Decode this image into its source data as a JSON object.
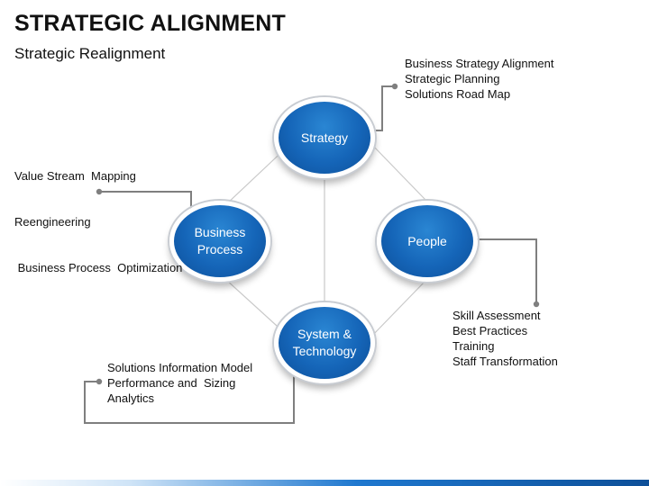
{
  "header": {
    "title": "STRATEGIC ALIGNMENT",
    "subtitle": "Strategic Realignment"
  },
  "nodes": {
    "strategy": "Strategy",
    "business_process_line1": "Business",
    "business_process_line2": "Process",
    "people": "People",
    "system_line1": "System &",
    "system_line2": "Technology"
  },
  "labels": {
    "strategy": [
      "Business Strategy Alignment",
      "Strategic Planning",
      "Solutions Road Map"
    ],
    "business_process": [
      "Value Stream  Mapping",
      "Reengineering",
      " Business Process  Optimization"
    ],
    "people": [
      "Skill Assessment",
      "Best Practices",
      "Training",
      "Staff Transformation"
    ],
    "system": [
      "Solutions Information Model",
      "Performance and  Sizing",
      "Analytics"
    ]
  },
  "colors": {
    "node_fill": "#1565b8",
    "connector": "#7f7f7f",
    "diamond_line": "#c9c9c9"
  }
}
